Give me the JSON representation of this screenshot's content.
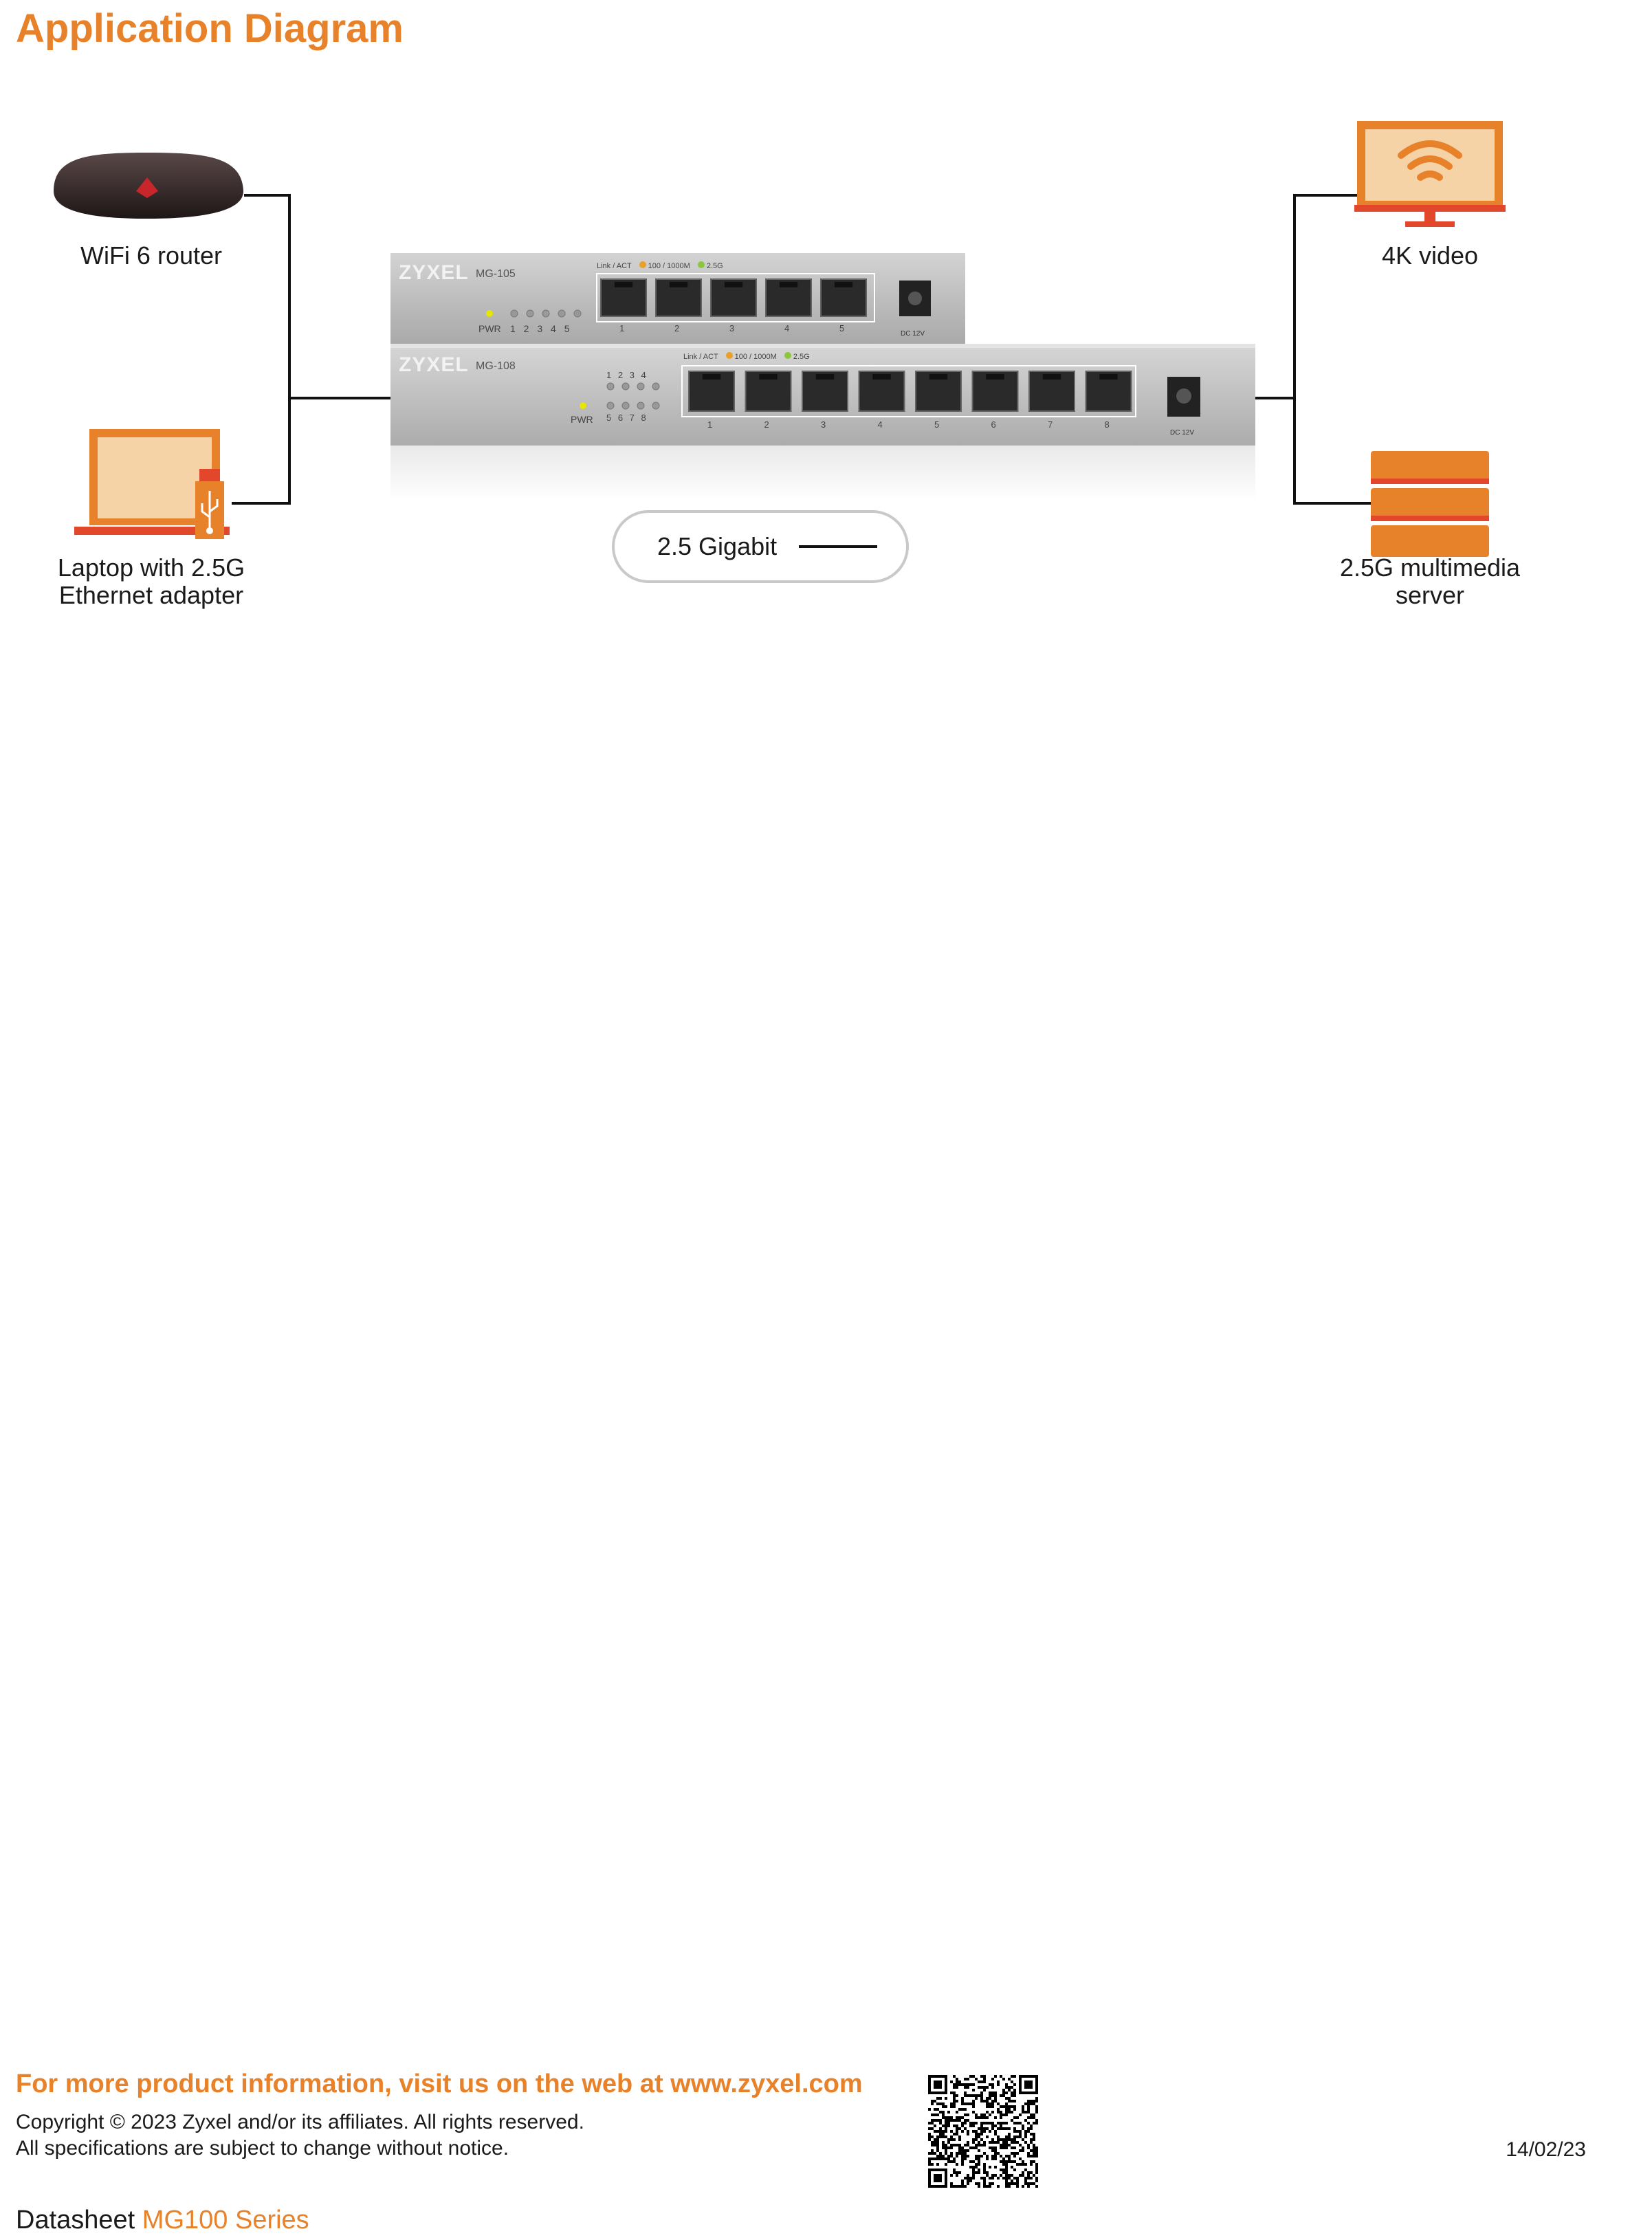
{
  "page": {
    "title": "Application Diagram"
  },
  "devices": {
    "router_label": "WiFi 6 router",
    "laptop_label_line1": "Laptop with 2.5G",
    "laptop_label_line2": "Ethernet adapter",
    "video_label": "4K video",
    "server_label_line1": "2.5G multimedia",
    "server_label_line2": "server"
  },
  "switch_top": {
    "brand": "ZYXEL",
    "model": "MG-105",
    "led_legend": "Link / ACT",
    "led_speed_1": "100 / 1000M",
    "led_speed_2": "2.5G",
    "pwr": "PWR",
    "ports": [
      "1",
      "2",
      "3",
      "4",
      "5"
    ],
    "power_label": "DC 12V"
  },
  "switch_bottom": {
    "brand": "ZYXEL",
    "model": "MG-108",
    "led_legend": "Link / ACT",
    "led_speed_1": "100 / 1000M",
    "led_speed_2": "2.5G",
    "pwr": "PWR",
    "led_row1": "1 2 3 4",
    "led_row2": "5 6 7 8",
    "ports": [
      "1",
      "2",
      "3",
      "4",
      "5",
      "6",
      "7",
      "8"
    ],
    "power_label": "DC 12V"
  },
  "legend": {
    "label": "2.5 Gigabit"
  },
  "footer": {
    "more_info": "For more product information, visit us on the web at www.zyxel.com",
    "copyright": "Copyright © 2023 Zyxel and/or its affiliates. All rights reserved.",
    "notice": "All specifications are subject to change without notice.",
    "date": "14/02/23",
    "datasheet_prefix": "Datasheet",
    "series": "MG100 Series"
  },
  "colors": {
    "brand_orange": "#e8822a",
    "icon_fill": "#f5d3a7",
    "icon_red": "#e2462b",
    "switch_grey": "#bcbcbc"
  }
}
